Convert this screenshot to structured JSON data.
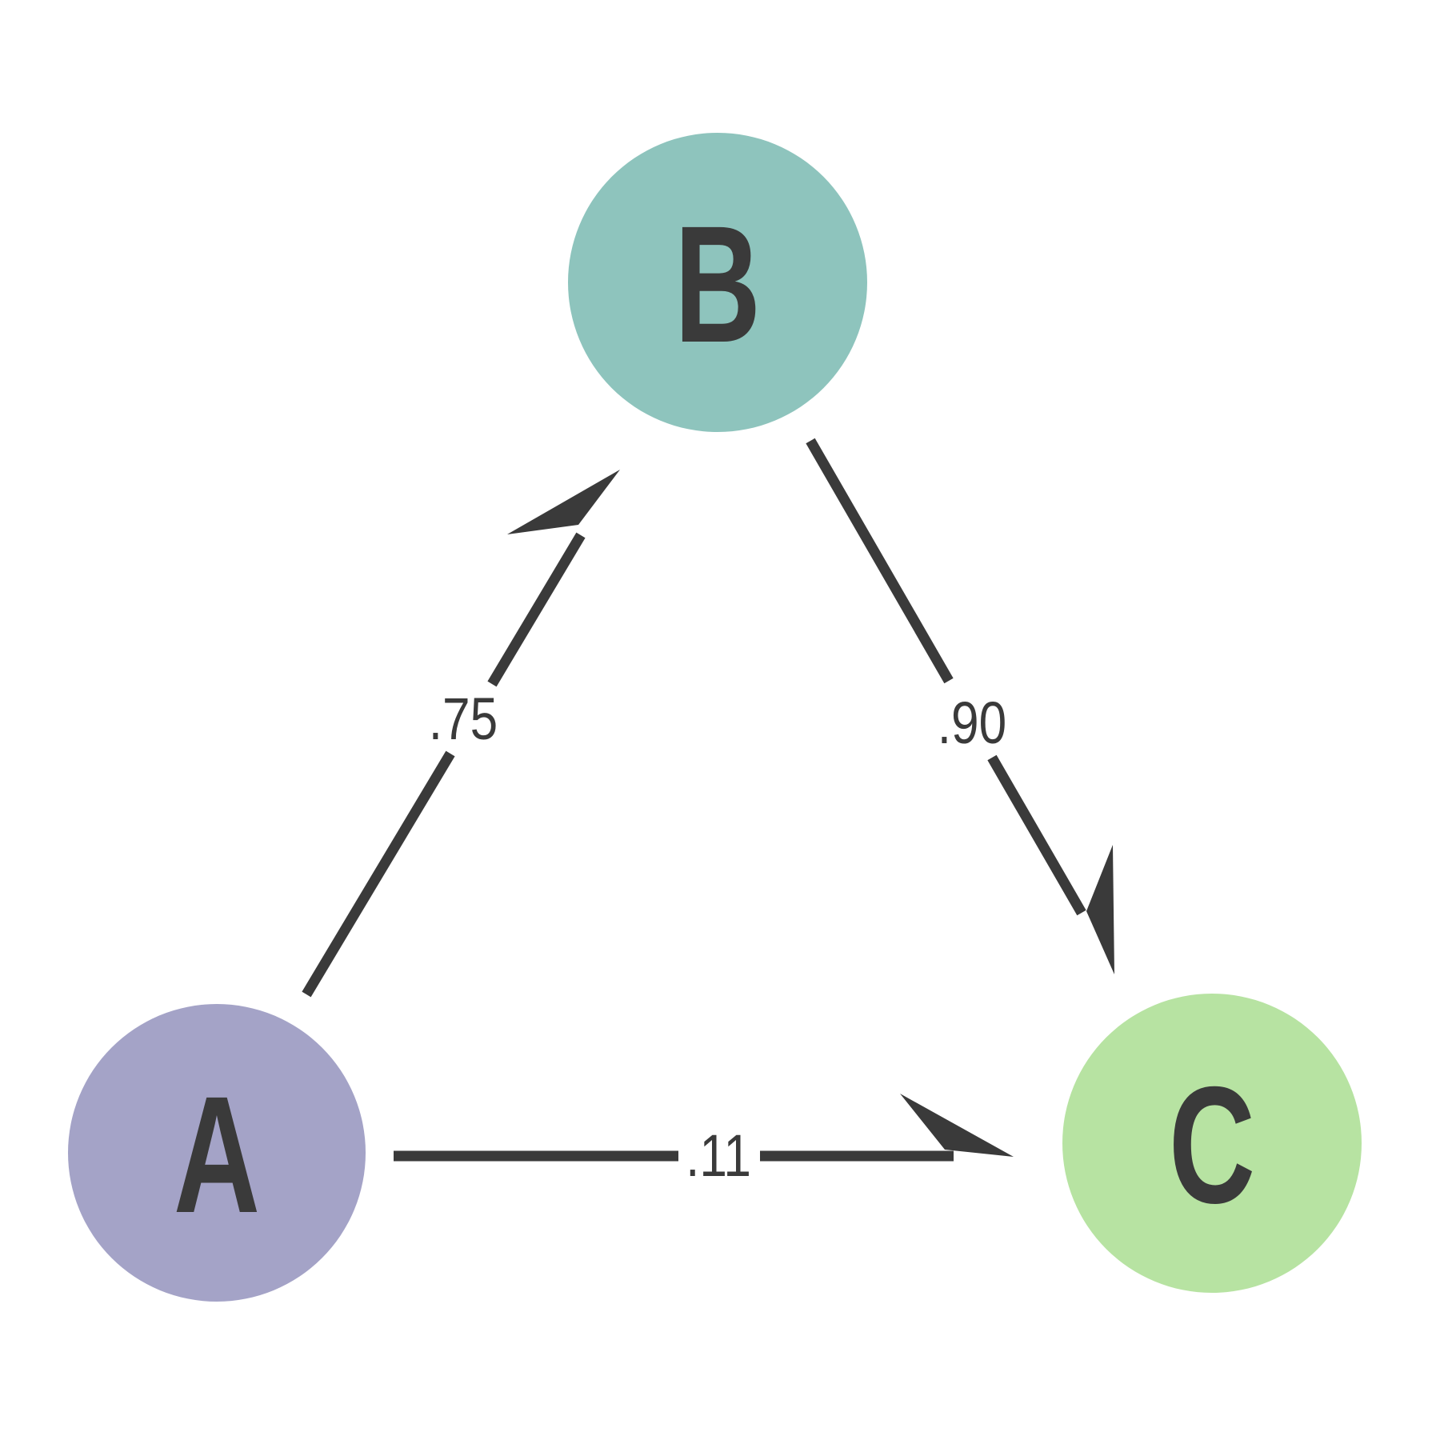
{
  "diagram": {
    "background": "#ffffff",
    "edge_color": "#3a3a3a",
    "text_color": "#3a3a3a",
    "nodes": [
      {
        "id": "A",
        "label": "A",
        "color": "#a4a3c7"
      },
      {
        "id": "B",
        "label": "B",
        "color": "#8ec4bd"
      },
      {
        "id": "C",
        "label": "C",
        "color": "#b7e3a2"
      }
    ],
    "edges": [
      {
        "from": "A",
        "to": "B",
        "label": ".75"
      },
      {
        "from": "B",
        "to": "C",
        "label": ".90"
      },
      {
        "from": "A",
        "to": "C",
        "label": ".11"
      }
    ]
  }
}
